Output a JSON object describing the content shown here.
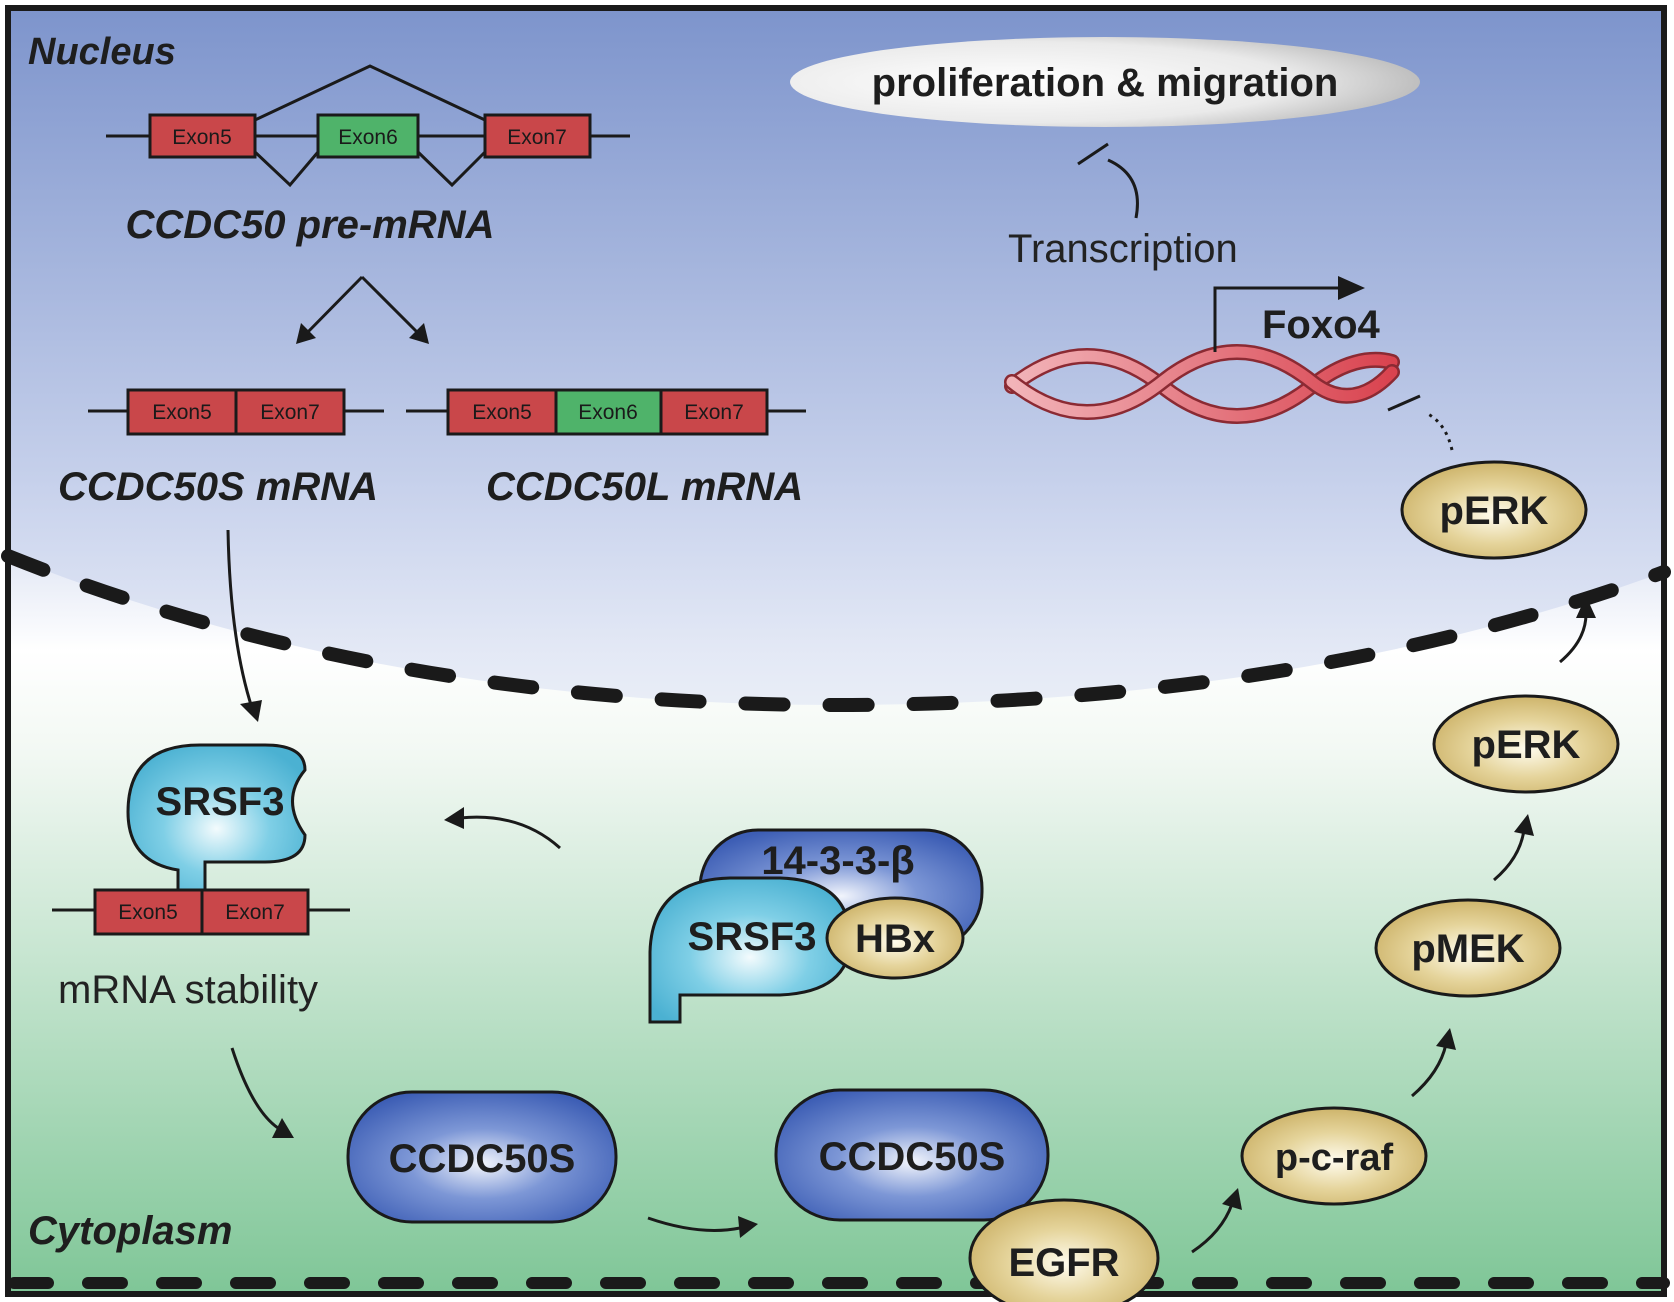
{
  "compartments": {
    "nucleus": "Nucleus",
    "cytoplasm": "Cytoplasm"
  },
  "outcome": "proliferation & migration",
  "transcription": "Transcription",
  "gene": "Foxo4",
  "premrna": {
    "label": "CCDC50 pre-mRNA",
    "exons": [
      "Exon5",
      "Exon6",
      "Exon7"
    ]
  },
  "mrna_s": {
    "label": "CCDC50S mRNA",
    "exons": [
      "Exon5",
      "Exon7"
    ]
  },
  "mrna_l": {
    "label": "CCDC50L mRNA",
    "exons": [
      "Exon5",
      "Exon6",
      "Exon7"
    ]
  },
  "srsf3_complex": {
    "protein": "SRSF3",
    "exons": [
      "Exon5",
      "Exon7"
    ],
    "caption": "mRNA stability"
  },
  "hbx_complex": {
    "scaffold": "14-3-3-β",
    "splice_factor": "SRSF3",
    "viral": "HBx"
  },
  "ccdc50s_free": "CCDC50S",
  "ccdc50s_bound": "CCDC50S",
  "egfr": "EGFR",
  "cascade": [
    "p-c-raf",
    "pMEK",
    "pERK",
    "pERK"
  ],
  "colors": {
    "exon_red": "#c9474a",
    "exon_green": "#4fb36a",
    "nucleus_top": "#8096cc",
    "cytoplasm_bottom": "#84c99a",
    "blue_protein": "#4f6fc0",
    "cyan_protein": "#5bbcd9",
    "tan_protein": "#d8c27f"
  }
}
